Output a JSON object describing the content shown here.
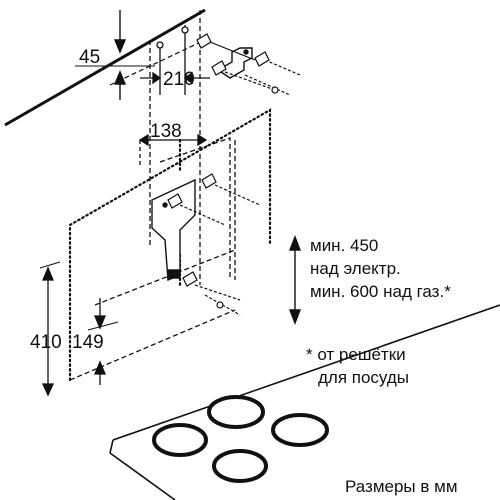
{
  "dimensions": {
    "ceiling_gap": "45",
    "bracket_spacing": "210",
    "template_width": "138",
    "template_height": "410",
    "template_bottom": "149"
  },
  "clearance": {
    "line1": "мин. 450",
    "line2": "над электр.",
    "line3": "мин. 600 над газ.*"
  },
  "footnote": {
    "line1": "* от решётки",
    "line2": "для посуды"
  },
  "units_caption": "Размеры в мм",
  "colors": {
    "ink": "#111111",
    "background": "#ffffff"
  }
}
